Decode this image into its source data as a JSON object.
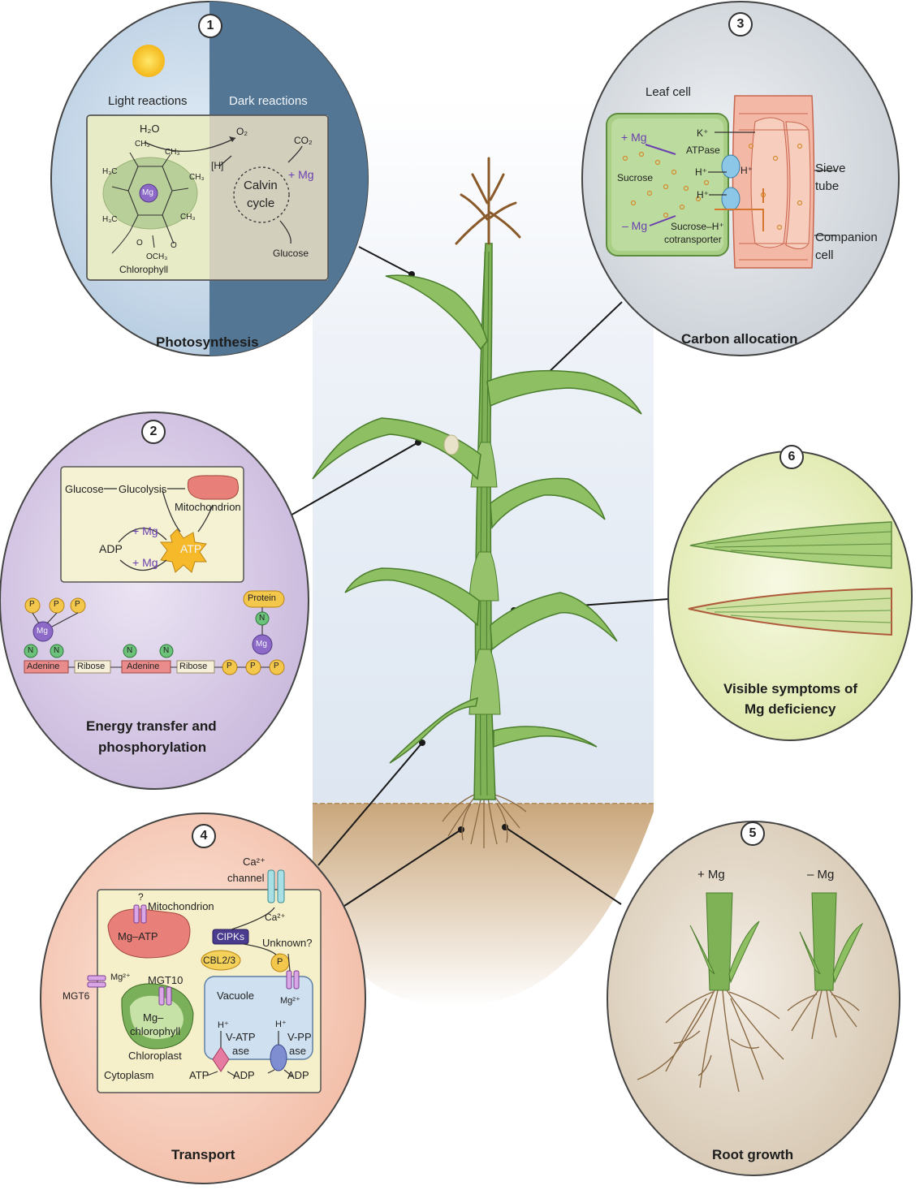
{
  "panels": {
    "photosynthesis": {
      "number": "1",
      "title": "Photosynthesis",
      "light": "Light reactions",
      "dark": "Dark reactions",
      "h2o": "H₂O",
      "o2": "O₂",
      "h": "[H]",
      "co2": "CO₂",
      "plus_mg": "+ Mg",
      "calvin": "Calvin",
      "cycle": "cycle",
      "glucose": "Glucose",
      "chlorophyll": "Chlorophyll",
      "mg_center": "Mg",
      "ch3": "CH₃",
      "och3": "OCH₃",
      "h3c": "H₃C",
      "o": "O"
    },
    "energy": {
      "number": "2",
      "title_1": "Energy transfer and",
      "title_2": "phosphorylation",
      "glucose": "Glucose",
      "glycolysis": "Glucolysis",
      "mitochondrion": "Mitochondrion",
      "adp": "ADP",
      "atp": "ATP",
      "plus_mg_1": "+ Mg",
      "plus_mg_2": "+ Mg",
      "p": "P",
      "mg": "Mg",
      "n": "N",
      "adenine": "Adenine",
      "ribose": "Ribose",
      "protein": "Protein"
    },
    "carbon": {
      "number": "3",
      "title": "Carbon allocation",
      "leaf_cell": "Leaf cell",
      "plus_mg": "+ Mg",
      "minus_mg": "– Mg",
      "k": "K⁺",
      "atpase": "ATPase",
      "h1": "H⁺",
      "h2": "H⁺",
      "h3": "H⁺",
      "sucrose": "Sucrose",
      "cotr_1": "Sucrose–H⁺",
      "cotr_2": "cotransporter",
      "sieve_1": "Sieve",
      "sieve_2": "tube",
      "comp_1": "Companion",
      "comp_2": "cell"
    },
    "transport": {
      "number": "4",
      "title": "Transport",
      "ca_1": "Ca²⁺",
      "ca_2": "channel",
      "ca_in": "Ca²⁺",
      "q": "?",
      "mito": "Mitochondrion",
      "mg_atp": "Mg–ATP",
      "cipks": "CIPKs",
      "cbl": "CBL2/3",
      "unknown": "Unknown?",
      "p": "P",
      "mgt6": "MGT6",
      "mg2": "Mg²⁺",
      "mgt10": "MGT10",
      "vacuole": "Vacuole",
      "mg2v": "Mg²⁺",
      "mg_chl_1": "Mg–",
      "mg_chl_2": "chlorophyll",
      "chloroplast": "Chloroplast",
      "cytoplasm": "Cytoplasm",
      "h_a": "H⁺",
      "h_b": "H⁺",
      "vatp_1": "V-ATP",
      "vatp_2": "ase",
      "vpp_1": "V-PP",
      "vpp_2": "ase",
      "atp": "ATP",
      "adp_1": "ADP",
      "adp_2": "ADP"
    },
    "root": {
      "number": "5",
      "title": "Root growth",
      "plus_mg": "+ Mg",
      "minus_mg": "– Mg"
    },
    "symptoms": {
      "number": "6",
      "title_1": "Visible symptoms of",
      "title_2": "Mg deficiency"
    }
  },
  "colors": {
    "plant_green": "#6fa54a",
    "leaf_light": "#a6c97a",
    "soil": "#c9a679",
    "panel1_light": "#cfdfef",
    "panel1_dark": "#4f7391",
    "panel2": "#ddd2ea",
    "panel3": "#dfe3e8",
    "panel4": "#f8d6c6",
    "panel5": "#e6dccd",
    "panel6": "#eef3c8",
    "mg_purple": "#6a3fb0"
  }
}
